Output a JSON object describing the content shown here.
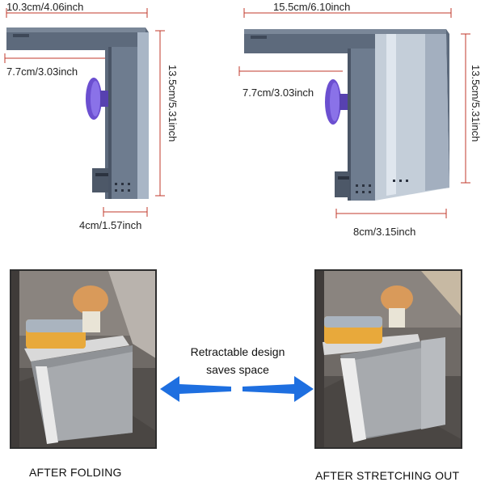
{
  "top_left": {
    "width_label": "10.3cm/4.06inch",
    "inner_label": "7.7cm/3.03inch",
    "height_label": "13.5cm/5.31inch",
    "bottom_label": "4cm/1.57inch"
  },
  "top_right": {
    "width_label": "15.5cm/6.10inch",
    "inner_label": "7.7cm/3.03inch",
    "height_label": "13.5cm/5.31inch",
    "bottom_label": "8cm/3.15inch"
  },
  "middle": {
    "line1": "Retractable design",
    "line2": "saves space"
  },
  "captions": {
    "left": "AFTER FOLDING",
    "right": "AFTER STRETCHING OUT"
  },
  "colors": {
    "dimension_line": "#c0392b",
    "arrow_blue": "#1e6fe0",
    "product_slate": "#5d6a7c",
    "product_light": "#b7c2cf",
    "suction_purple": "#6b4fd0"
  }
}
